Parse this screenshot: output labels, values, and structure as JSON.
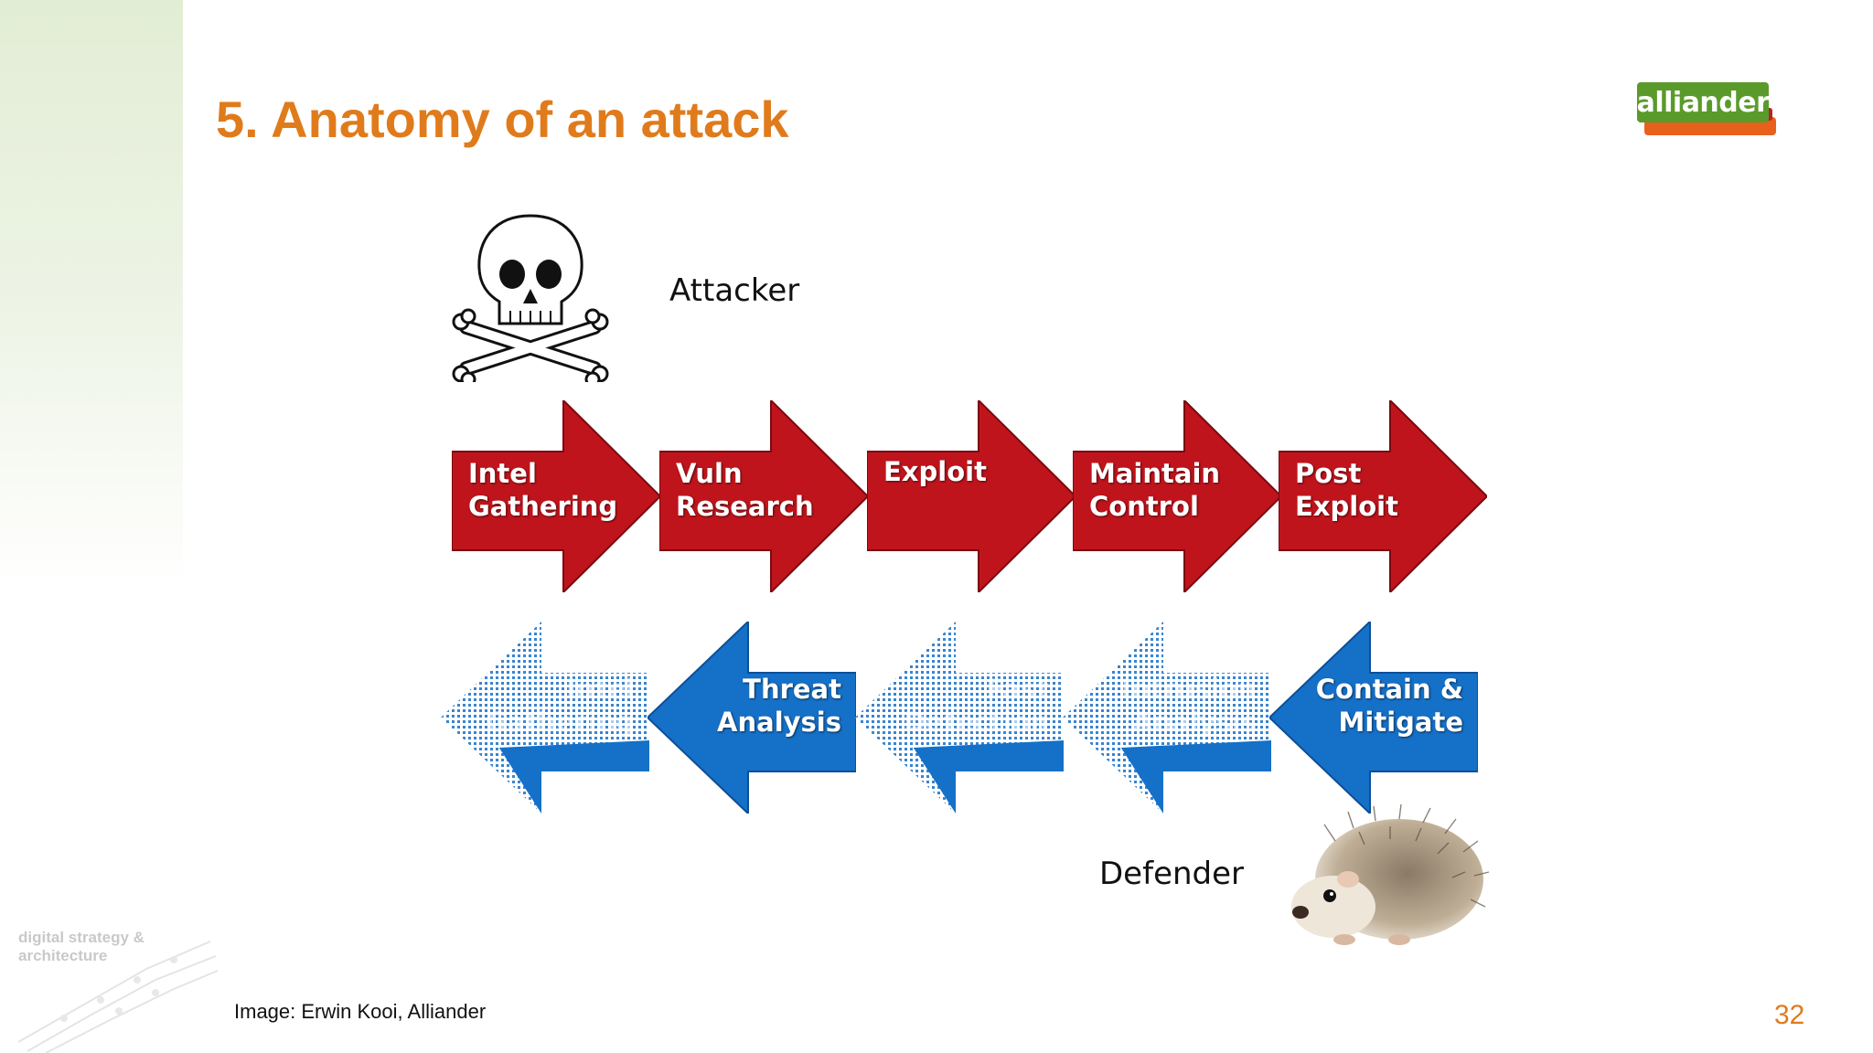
{
  "slide": {
    "title": "5. Anatomy of an attack",
    "logo_text": "alliander",
    "caption": "Image: Erwin Kooi, Alliander",
    "page_number": "32",
    "footer_brand": [
      "digital strategy &",
      "architecture"
    ]
  },
  "diagram": {
    "attacker_label": "Attacker",
    "defender_label": "Defender",
    "attacker_icon": "skull-and-crossbones-icon",
    "defender_icon": "hedgehog-icon",
    "attack_steps": [
      {
        "lines": [
          "Intel",
          "Gathering"
        ]
      },
      {
        "lines": [
          "Vuln",
          "Research"
        ]
      },
      {
        "lines": [
          "Exploit"
        ]
      },
      {
        "lines": [
          "Maintain",
          "Control"
        ]
      },
      {
        "lines": [
          "Post",
          "Exploit"
        ]
      }
    ],
    "defense_steps": [
      {
        "lines": [
          "Intel",
          "Gathering"
        ],
        "faded": true
      },
      {
        "lines": [
          "Threat",
          "Analysis"
        ],
        "faded": false
      },
      {
        "lines": [
          "Fast",
          "Detection"
        ],
        "faded": true
      },
      {
        "lines": [
          "Intrusion",
          "Analysis"
        ],
        "faded": true
      },
      {
        "lines": [
          "Contain &",
          "Mitigate"
        ],
        "faded": false
      }
    ]
  },
  "colors": {
    "title": "#e07b1c",
    "attack_arrow": "#c0141c",
    "defense_arrow": "#1570c8",
    "logo_green": "#5a9a2b",
    "logo_orange": "#e8611c",
    "page_number": "#e07b1c"
  }
}
